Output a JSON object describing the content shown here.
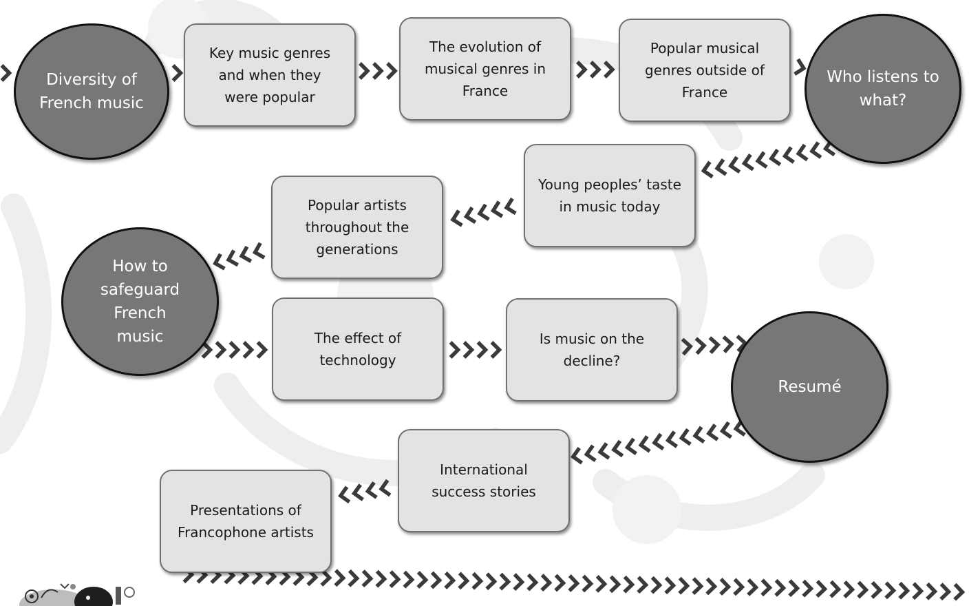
{
  "colors": {
    "box_fill": "#e3e3e3",
    "box_border": "#707070",
    "circle_fill": "#777777",
    "circle_border": "#111111",
    "chevron": "#3a3a3a",
    "watermark": "#eeeeee"
  },
  "circles": {
    "diversity": "Diversity of French music",
    "who_listens": "Who listens to what?",
    "safeguard": "How to safeguard French music",
    "resume": "Resumé"
  },
  "boxes": {
    "key_genres": "Key music genres and when they were popular",
    "evolution": "The evolution of musical genres in France",
    "outside_france": "Popular musical genres outside of France",
    "young_taste": "Young peoples’ taste in music today",
    "popular_artists": "Popular artists throughout the generations",
    "technology": "The effect of technology",
    "decline": "Is music on the decline?",
    "international": "International success stories",
    "presentations": "Presentations of Francophone artists"
  },
  "arrows": [
    {
      "name": "arrow-into-diversity",
      "direction": "right"
    },
    {
      "name": "arrow-diversity-to-key-genres",
      "direction": "right"
    },
    {
      "name": "arrow-key-genres-to-evolution",
      "direction": "right"
    },
    {
      "name": "arrow-evolution-to-outside-france",
      "direction": "right"
    },
    {
      "name": "arrow-outside-france-to-who-listens",
      "direction": "right"
    },
    {
      "name": "arrow-who-listens-to-young-taste",
      "direction": "left"
    },
    {
      "name": "arrow-young-taste-to-popular-artists",
      "direction": "left"
    },
    {
      "name": "arrow-popular-artists-to-safeguard",
      "direction": "left"
    },
    {
      "name": "arrow-safeguard-to-technology",
      "direction": "right"
    },
    {
      "name": "arrow-technology-to-decline",
      "direction": "right"
    },
    {
      "name": "arrow-decline-to-resume",
      "direction": "right"
    },
    {
      "name": "arrow-resume-to-international",
      "direction": "left"
    },
    {
      "name": "arrow-international-to-presentations",
      "direction": "left"
    },
    {
      "name": "arrow-presentations-onward",
      "direction": "right"
    }
  ],
  "logo_icon": "music-collage-logo"
}
